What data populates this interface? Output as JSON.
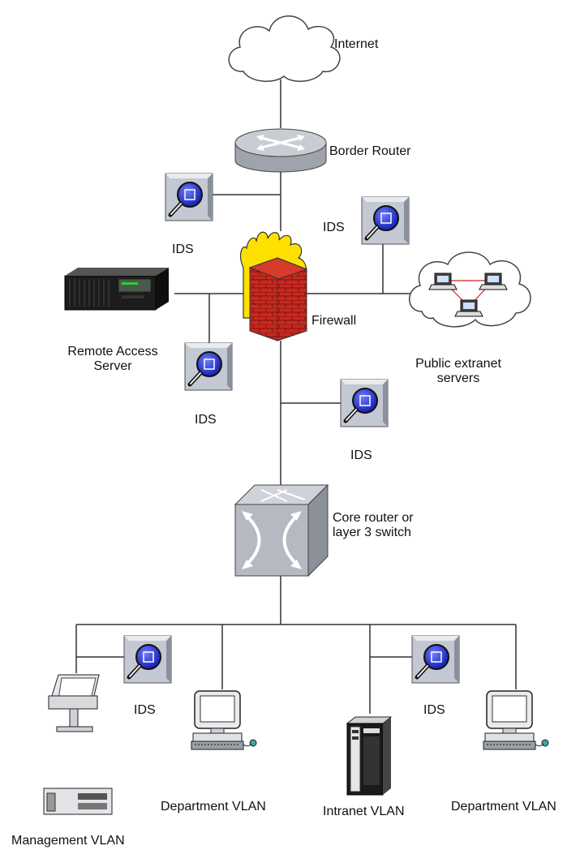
{
  "labels": {
    "internet": "Internet",
    "border_router": "Border Router",
    "ids": "IDS",
    "firewall": "Firewall",
    "remote_access_line1": "Remote Access",
    "remote_access_line2": "Server",
    "public_extranet_line1": "Public extranet",
    "public_extranet_line2": "servers",
    "core_router_line1": "Core router or",
    "core_router_line2": "layer 3 switch",
    "department_vlan": "Department VLAN",
    "intranet_vlan": "Intranet VLAN",
    "management_vlan": "Management VLAN"
  },
  "colors": {
    "line": "#333333",
    "ids_body": "#b9bfcc",
    "ids_lens": "#2233cc",
    "router": "#b8bcc4",
    "firewall_brick": "#c02020",
    "flame": "#ffe000"
  },
  "icons": [
    "cloud-icon",
    "router-icon",
    "ids-sensor-icon",
    "firewall-icon",
    "server-rack-icon",
    "layer3-switch-icon",
    "desktop-computer-icon",
    "tower-server-icon"
  ]
}
